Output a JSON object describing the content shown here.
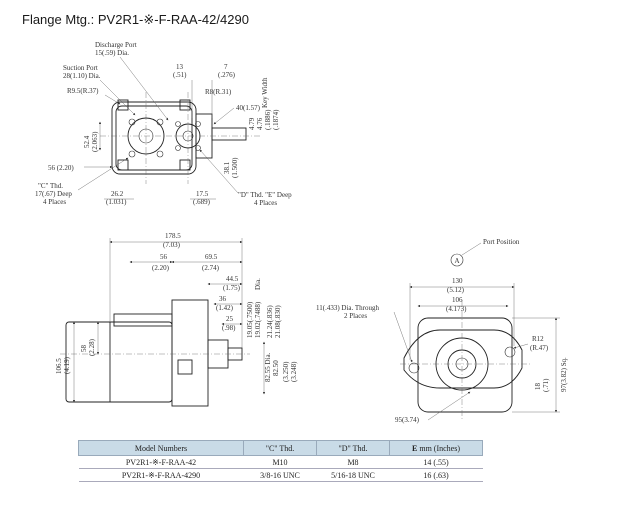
{
  "title": "Flange Mtg.: PV2R1-※-F-RAA-42/4290",
  "front_view": {
    "discharge_port": [
      "Discharge Port",
      "15(.59) Dia."
    ],
    "suction_port": [
      "Suction Port",
      "28(1.10) Dia."
    ],
    "r9_5": "R9.5(R.37)",
    "d13": "13",
    "d13i": "(.51)",
    "d7": "7",
    "d7i": "(.276)",
    "r8": "R8(R.31)",
    "d40": "40(1.57)",
    "key_width": "Key Width",
    "d4_79": "4.79",
    "d4_76": "4.76",
    "d1886": "(.1886)",
    "d1874": "(.1874)",
    "d52_4": "52.4",
    "d2063": "(2.063)",
    "d38_1": "38.1",
    "d1500": "(1.500)",
    "d56": "56 (2.20)",
    "c_thd": "\"C\" Thd.",
    "c_depth": "17(.67) Deep",
    "c_places": "4 Places",
    "d26_2": "26.2",
    "d1031": "(1.031)",
    "d17_5": "17.5",
    "d689": "(.689)",
    "d_thd": "\"D\" Thd. \"E\" Deep",
    "d_places": "4 Places"
  },
  "side_view": {
    "d178_5": "178.5",
    "d703": "(7.03)",
    "d56": "56",
    "d220": "(2.20)",
    "d69_5": "69.5",
    "d274": "(2.74)",
    "d44_5": "44.5",
    "d175": "(1.75)",
    "d36": "36",
    "d142": "(1.42)",
    "d25": "25",
    "d98": "(.98)",
    "dia": "Dia.",
    "d19_05": "19.05(.7500)",
    "d19_02": "19.02(.7488)",
    "d21_24": "21.24(.836)",
    "d21_08": "21.08(.830)",
    "d106_5": "106.5",
    "d419": "(4.19)",
    "d58": "58",
    "d228": "(2.28)",
    "d82_55": "82.55 Dia.",
    "d82_50": "82.50",
    "d3250": "(3.250)",
    "d3248": "(3.248)"
  },
  "end_view": {
    "port_position": "Port Position",
    "marker": "A",
    "d130": "130",
    "d512": "(5.12)",
    "d106": "106",
    "d4173": "(4.173)",
    "hole": "11(.433) Dia. Through",
    "hole_places": "2 Places",
    "r12": "R12",
    "r47": "(R.47)",
    "d97": "97(3.82) Sq.",
    "d18": "18",
    "d71": "(.71)",
    "d95": "95(3.74)"
  },
  "table": {
    "headers": [
      "Model Numbers",
      "\"C\" Thd.",
      "\"D\" Thd.",
      "E",
      "mm (Inches)"
    ],
    "rows": [
      [
        "PV2R1-※-F-RAA-42",
        "M10",
        "M8",
        "14 (.55)"
      ],
      [
        "PV2R1-※-F-RAA-4290",
        "3/8-16 UNC",
        "5/16-18 UNC",
        "16 (.63)"
      ]
    ]
  }
}
